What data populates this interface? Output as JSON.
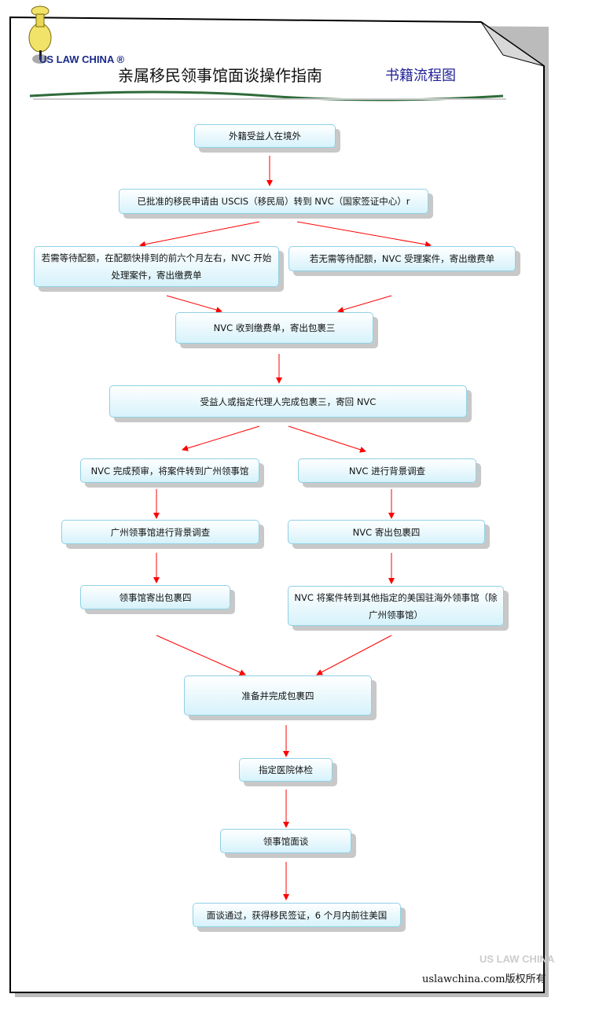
{
  "header": {
    "title": "亲属移民领事馆面谈操作指南",
    "subtitle": "书籍流程图",
    "logo": "US LAW CHINA ®"
  },
  "nodes": {
    "n1": "外籍受益人在境外",
    "n2": "已批准的移民申请由 USCIS（移民局）转到 NVC（国家签证中心）r",
    "n3": "若需等待配额，在配额快排到的前六个月左右，NVC 开始处理案件，寄出缴费单",
    "n4": "若无需等待配额，NVC 受理案件，寄出缴费单",
    "n5": "NVC 收到缴费单，寄出包裹三",
    "n6": "受益人或指定代理人完成包裹三，寄回 NVC",
    "n7": "NVC 完成预审，将案件转到广州领事馆",
    "n8": "NVC 进行背景调查",
    "n9": "广州领事馆进行背景调查",
    "n10": "NVC 寄出包裹四",
    "n11": "领事馆寄出包裹四",
    "n12": "NVC  将案件转到其他指定的美国驻海外领事馆（除广州领事馆）",
    "n13": "准备并完成包裹四",
    "n14": "指定医院体检",
    "n15": "领事馆面谈",
    "n16": "面谈通过，获得移民签证，6 个月内前往美国"
  },
  "footer": {
    "copyright": "uslawchina.com版权所有",
    "watermark": "US LAW CHINA"
  },
  "colors": {
    "arrow": "#ff0000",
    "title_blue": "#22229a"
  }
}
